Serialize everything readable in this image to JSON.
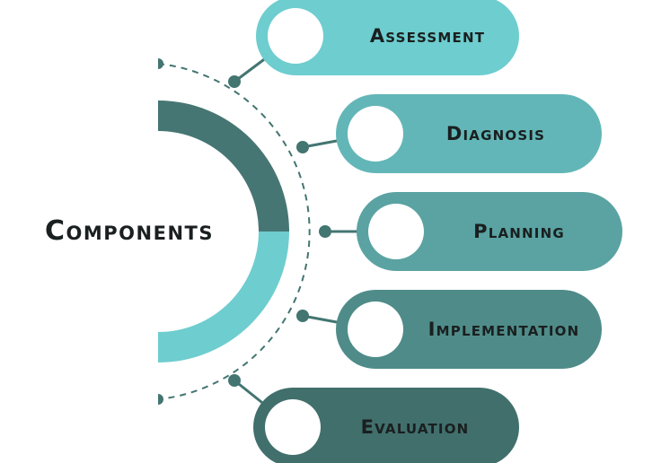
{
  "diagram": {
    "center_label": "Components",
    "items": [
      {
        "label": "Assessment",
        "color": "#6ecdcf"
      },
      {
        "label": "Diagnosis",
        "color": "#63b6b7"
      },
      {
        "label": "Planning",
        "color": "#5aa3a2"
      },
      {
        "label": "Implementation",
        "color": "#4f8c89"
      },
      {
        "label": "Evaluation",
        "color": "#416f6c"
      }
    ],
    "colors": {
      "arc_top": "#467673",
      "arc_bottom": "#6ecdcf",
      "connector": "#437571",
      "inner_circle": "#ffffff"
    }
  }
}
